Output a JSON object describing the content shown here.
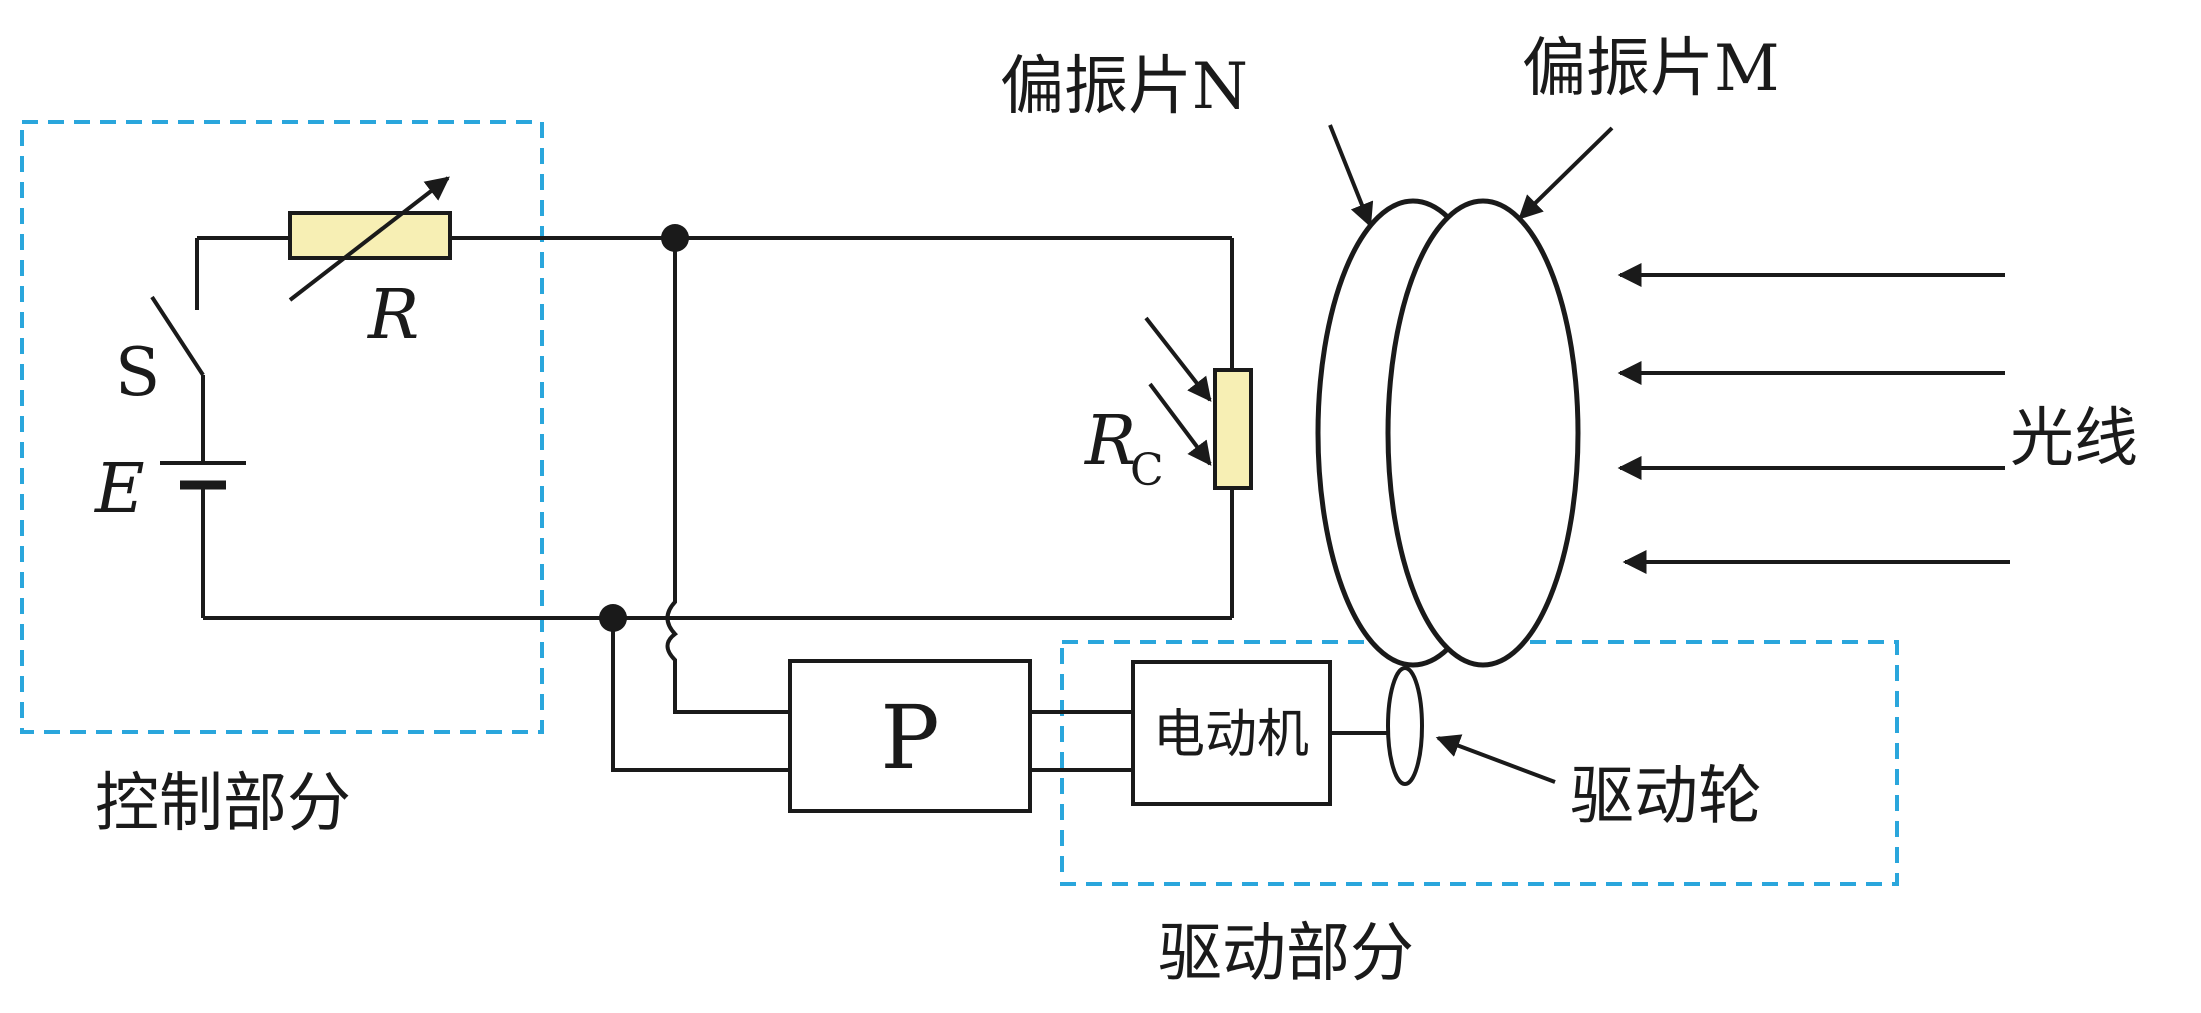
{
  "labels": {
    "polarizer_n": "偏振片N",
    "polarizer_m": "偏振片M",
    "light": "光线",
    "switch": "S",
    "battery": "E",
    "resistor": "R",
    "photoresistor": "R",
    "photoresistor_sub": "C",
    "processor": "P",
    "motor": "电动机",
    "drive_wheel": "驱动轮",
    "control_part": "控制部分",
    "drive_part": "驱动部分"
  },
  "colors": {
    "wire": "#1a1a1a",
    "resistor_fill": "#f7efb4",
    "dashed_border": "#2aa6dc"
  }
}
